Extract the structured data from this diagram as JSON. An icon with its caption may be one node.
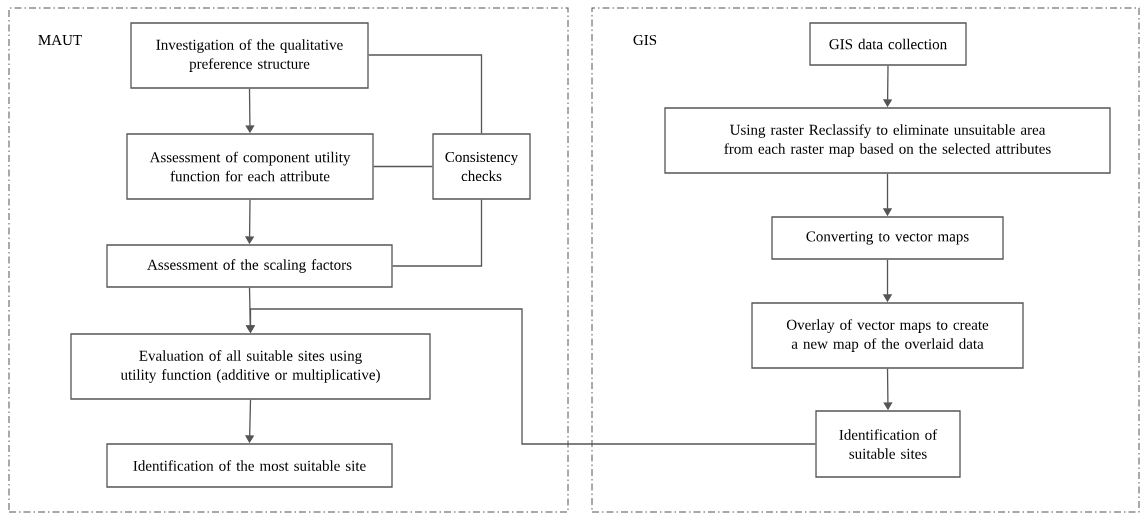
{
  "diagram": {
    "nodes": [
      {
        "text": [
          "MAUT"
        ]
      },
      {
        "text": [
          "Investigation of the qualitative preference structure"
        ],
        "in": 0
      },
      {
        "text": [
          "Assessment of component utility function for each attribute"
        ],
        "in": 0
      },
      {
        "text": [
          "Consistency checks"
        ],
        "in": 0
      },
      {
        "text": [
          "Assessment of the scaling factors"
        ],
        "in": 0
      },
      {
        "text": [
          "Evaluation of all suitable sites using utility function (additive or multiplicative)"
        ],
        "in": 0
      },
      {
        "text": [
          "Identification of the most suitable site"
        ],
        "in": 0
      },
      {
        "text": [
          "GIS"
        ]
      },
      {
        "text": [
          "GIS data collection"
        ],
        "in": 7
      },
      {
        "text": [
          "Using raster Reclassify to eliminate unsuitable area from each raster map based on the selected attributes"
        ],
        "in": 7
      },
      {
        "text": [
          "Converting to vector maps"
        ],
        "in": 7
      },
      {
        "text": [
          "Overlay of vector maps to create a new map of the overlaid data"
        ],
        "in": 7
      },
      {
        "text": [
          "Identification of suitable sites"
        ],
        "in": 7
      }
    ],
    "edges": [
      {
        "from": 1,
        "to": 2,
        "arrow": "to"
      },
      {
        "from": 2,
        "to": 4,
        "arrow": "to"
      },
      {
        "from": 4,
        "to": 5,
        "arrow": "to"
      },
      {
        "from": 5,
        "to": 6,
        "arrow": "to"
      },
      {
        "from": 1,
        "to": 3,
        "arrow": "none"
      },
      {
        "from": 2,
        "to": 3,
        "arrow": "none"
      },
      {
        "from": 3,
        "to": 4,
        "arrow": "none"
      },
      {
        "from": 8,
        "to": 9,
        "arrow": "to"
      },
      {
        "from": 9,
        "to": 10,
        "arrow": "to"
      },
      {
        "from": 10,
        "to": 11,
        "arrow": "to"
      },
      {
        "from": 11,
        "to": 12,
        "arrow": "to"
      },
      {
        "from": 12,
        "to": 5,
        "arrow": "to"
      }
    ]
  }
}
